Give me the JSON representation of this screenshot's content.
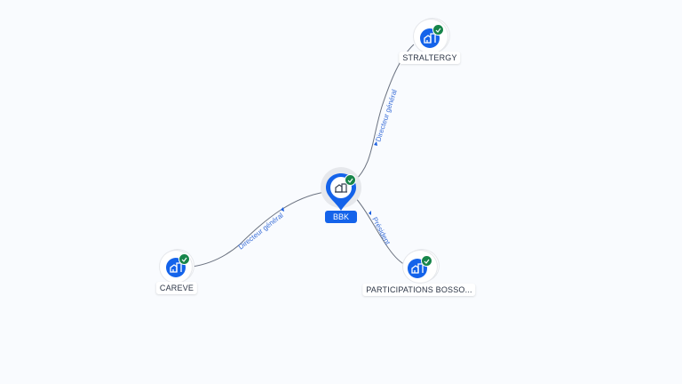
{
  "colors": {
    "background": "#f9fbfe",
    "accent": "#1463ea",
    "verified": "#17854a",
    "edge": "#6b7280",
    "edge_label": "#3b6fd8"
  },
  "center": {
    "name": "BBK",
    "icon": "company-icon",
    "verified": true
  },
  "nodes": [
    {
      "id": "straltergy",
      "name": "STRALTERGY",
      "icon": "company-icon",
      "verified": true
    },
    {
      "id": "careve",
      "name": "CAREVE",
      "icon": "company-icon",
      "verified": true
    },
    {
      "id": "participations",
      "name": "PARTICIPATIONS BOSSO...",
      "icon": "company-icon",
      "verified": true
    }
  ],
  "edges": [
    {
      "from": "BBK",
      "to": "STRALTERGY",
      "label": "Directeur général"
    },
    {
      "from": "BBK",
      "to": "CAREVE",
      "label": "Directeur général"
    },
    {
      "from": "BBK",
      "to": "PARTICIPATIONS BOSSO...",
      "label": "Président"
    }
  ]
}
